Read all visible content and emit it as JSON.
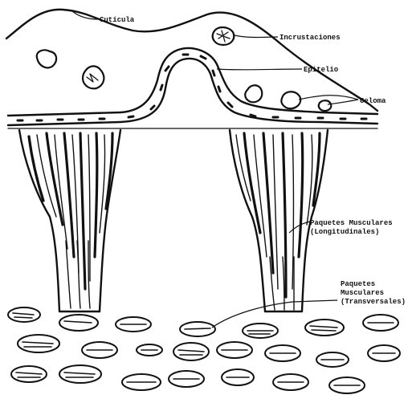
{
  "labels": {
    "cuticula": "Cutícula",
    "incrustaciones": "Incrustaciones",
    "epitelio": "Epitelio",
    "celoma": "Celoma",
    "paquetes_long_1": "Paquetes Musculares",
    "paquetes_long_2": "(Longitudinales)",
    "paquetes_trans_1": "Paquetes",
    "paquetes_trans_2": "Musculares",
    "paquetes_trans_3": "(Transversales)"
  },
  "colors": {
    "ink": "#111111",
    "background": "#ffffff"
  }
}
